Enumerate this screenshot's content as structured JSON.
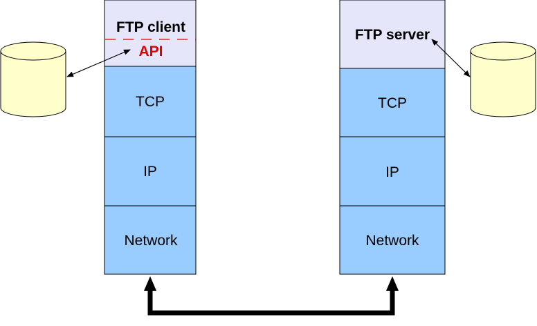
{
  "client_stack": {
    "app_label": "FTP client",
    "api_label": "API",
    "layers": [
      "TCP",
      "IP",
      "Network"
    ]
  },
  "server_stack": {
    "app_label": "FTP server",
    "layers": [
      "TCP",
      "IP",
      "Network"
    ]
  },
  "colors": {
    "app_layer_fill": "#e6e6fa",
    "protocol_layer_fill": "#99ccff",
    "disk_fill": "#ffffcc",
    "api_red": "#e00000",
    "border": "#000000",
    "connection_line": "#000000"
  },
  "icons": {
    "client_disk": "database-cylinder-icon",
    "server_disk": "database-cylinder-icon"
  }
}
